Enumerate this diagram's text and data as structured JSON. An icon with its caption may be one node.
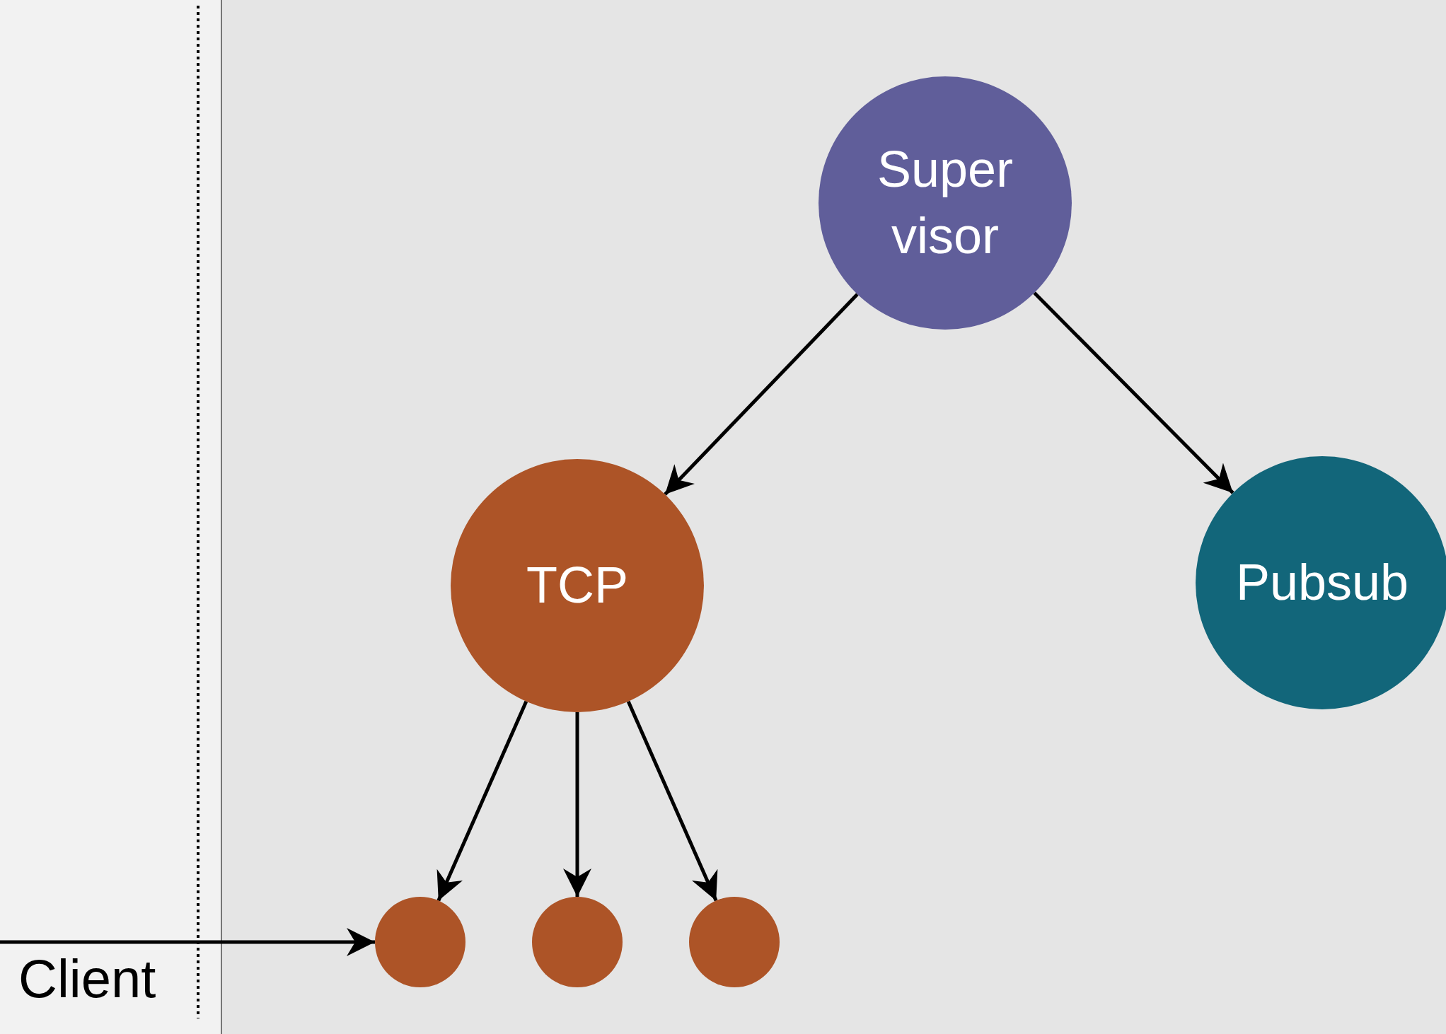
{
  "diagram": {
    "nodes": [
      {
        "text": [
          "Super visor"
        ]
      },
      {
        "text": [
          "TCP"
        ]
      },
      {
        "text": [
          "Pubsub"
        ]
      },
      {
        "text": [],
        "shape": "circle"
      },
      {
        "text": [],
        "shape": "circle"
      },
      {
        "text": [],
        "shape": "circle"
      }
    ],
    "edges": [
      {
        "from": 0,
        "to": 1,
        "arrow": "to"
      },
      {
        "from": 0,
        "to": 2,
        "arrow": "to"
      },
      {
        "from": 1,
        "to": 3,
        "arrow": "to"
      },
      {
        "from": 1,
        "to": 4,
        "arrow": "to"
      },
      {
        "from": 1,
        "to": 5,
        "arrow": "to"
      },
      {
        "from": null,
        "to": 3,
        "arrow": "to"
      }
    ],
    "labels": [
      "Client"
    ]
  }
}
